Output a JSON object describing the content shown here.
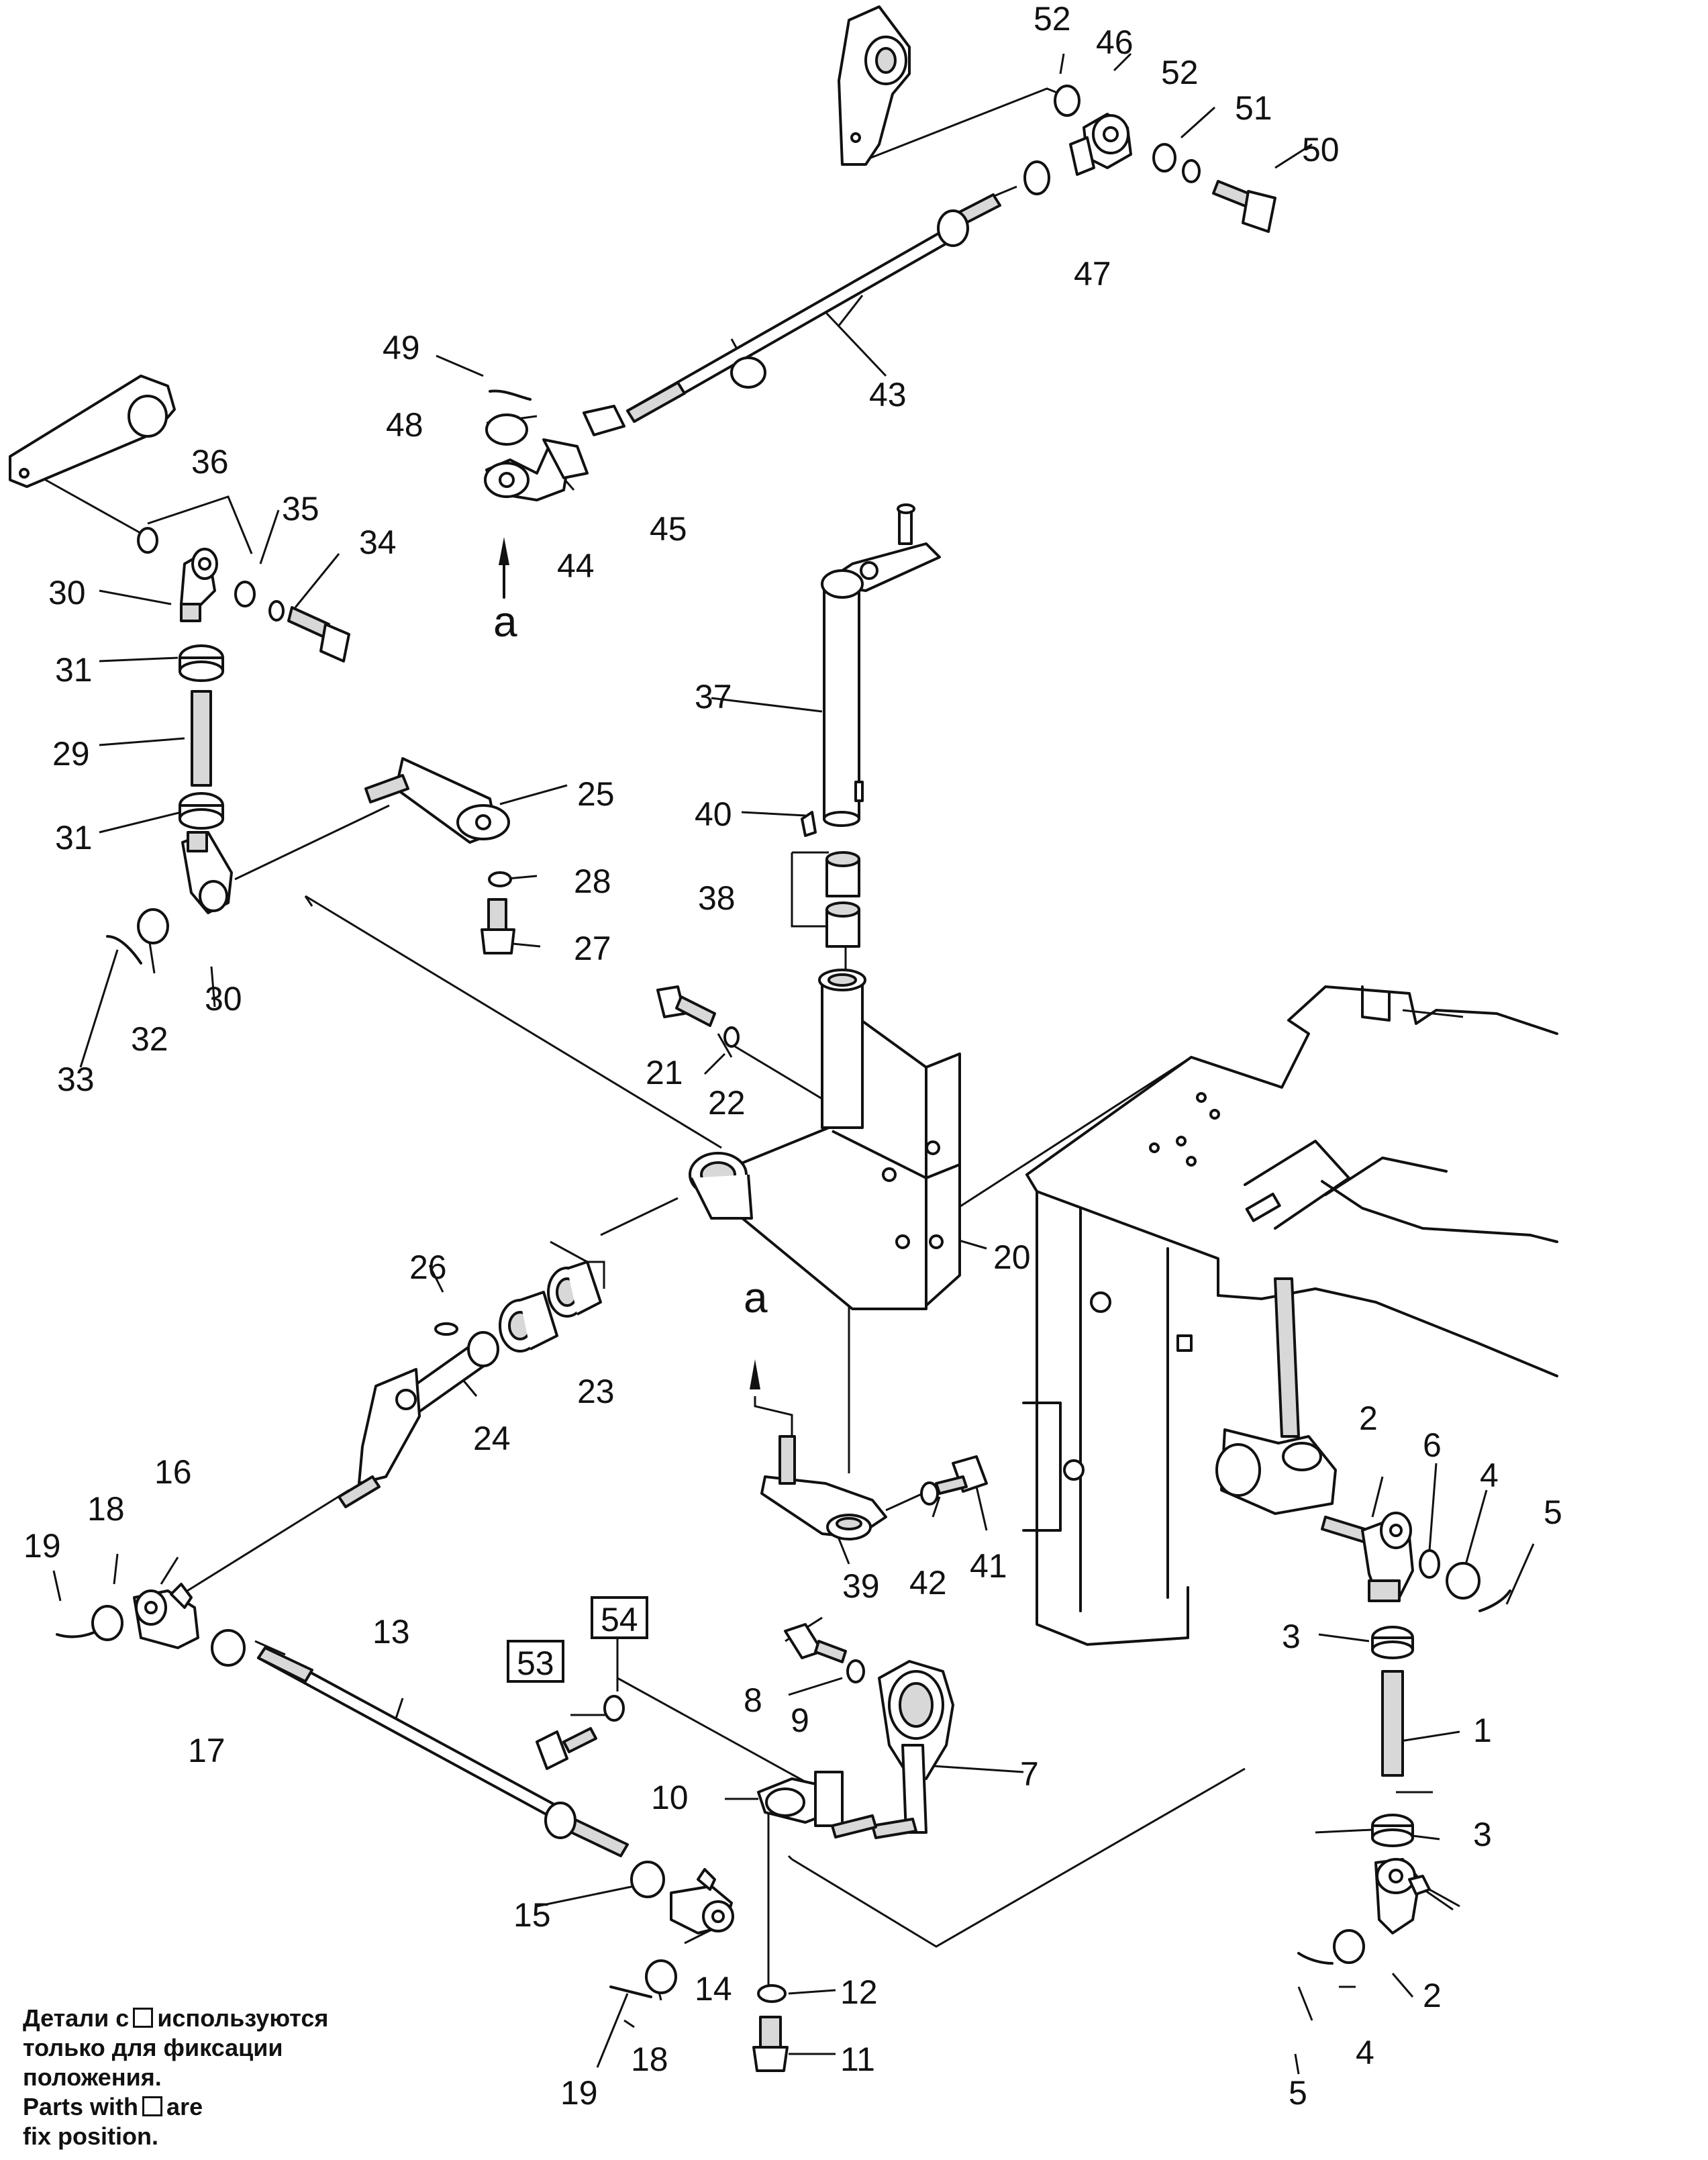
{
  "labels": {
    "a": "a",
    "n1": "1",
    "n2": "2",
    "n3": "3",
    "n4": "4",
    "n5": "5",
    "n6": "6",
    "n7": "7",
    "n8": "8",
    "n9": "9",
    "n10": "10",
    "n11": "11",
    "n12": "12",
    "n13": "13",
    "n14": "14",
    "n15": "15",
    "n16": "16",
    "n17": "17",
    "n18": "18",
    "n19": "19",
    "n20": "20",
    "n21": "21",
    "n22": "22",
    "n23": "23",
    "n24": "24",
    "n25": "25",
    "n26": "26",
    "n27": "27",
    "n28": "28",
    "n29": "29",
    "n30": "30",
    "n31": "31",
    "n32": "32",
    "n33": "33",
    "n34": "34",
    "n35": "35",
    "n36": "36",
    "n37": "37",
    "n38": "38",
    "n39": "39",
    "n40": "40",
    "n41": "41",
    "n42": "42",
    "n43": "43",
    "n44": "44",
    "n45": "45",
    "n46": "46",
    "n47": "47",
    "n48": "48",
    "n49": "49",
    "n50": "50",
    "n51": "51",
    "n52": "52",
    "n53": "53",
    "n54": "54"
  },
  "note": {
    "ru_line1_a": "Детали с",
    "ru_line1_b": "используются",
    "ru_line2": "только для фиксации",
    "ru_line3": "положения.",
    "en_line1_a": "Parts with",
    "en_line1_b": "are",
    "en_line2": "fix position."
  }
}
